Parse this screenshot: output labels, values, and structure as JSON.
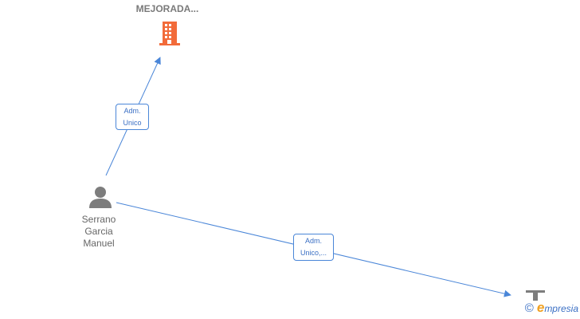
{
  "company_node": {
    "name": "MEJORADA...",
    "icon": "building-icon",
    "color": "#f26b3a"
  },
  "person_node": {
    "name_lines": [
      "Serrano",
      "Garcia",
      "Manuel"
    ],
    "icon": "person-icon",
    "color": "#7d7d7d"
  },
  "edges": [
    {
      "from": "person",
      "to": "company",
      "label_lines": [
        "Adm.",
        "Unico"
      ]
    },
    {
      "from": "person",
      "to": "offscreen-company",
      "label_lines": [
        "Adm.",
        "Unico,..."
      ]
    }
  ],
  "colors": {
    "edge": "#4a86d8",
    "label_text": "#3a6fc4"
  },
  "watermark": {
    "copyright_symbol": "©",
    "brand_initial": "e",
    "brand_rest": "mpresia"
  }
}
